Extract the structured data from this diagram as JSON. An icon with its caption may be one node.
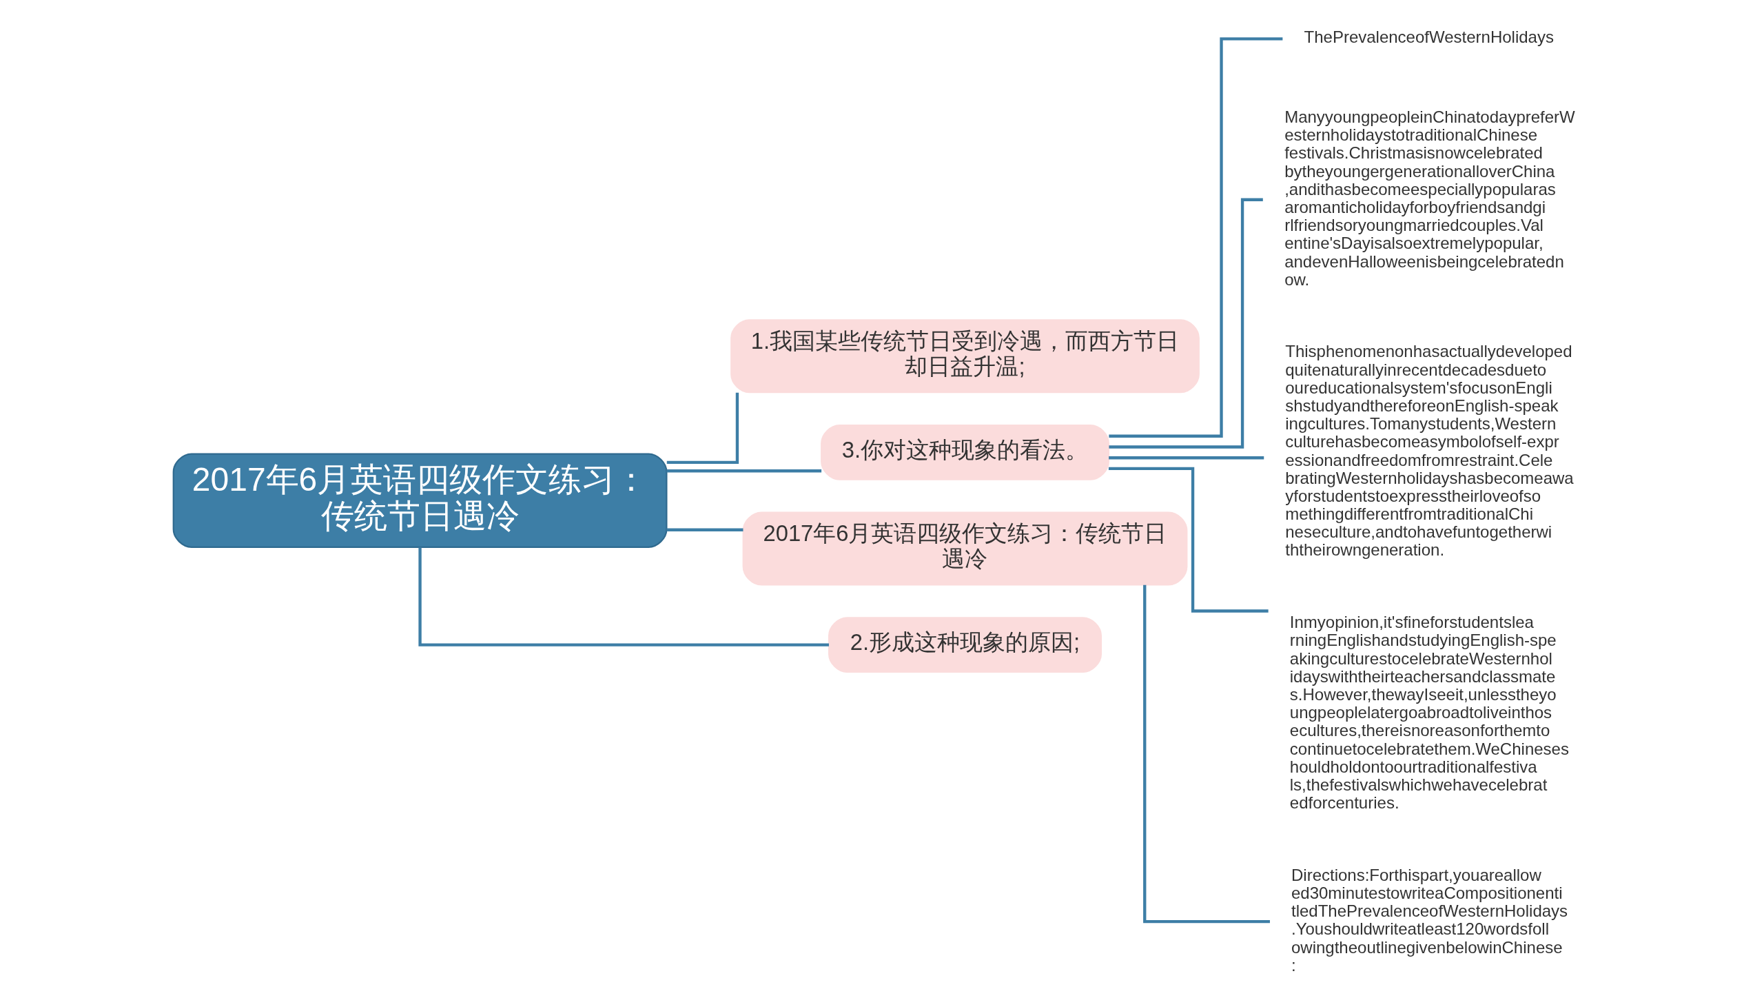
{
  "diagram": {
    "nodes": [
      {
        "text": [
          "2017年6月英语四级作文练习：传统节日遇冷"
        ]
      },
      {
        "text": [
          "1.我国某些传统节日受到冷遇，而西方节日却日益升温;"
        ]
      },
      {
        "text": [
          "3.你对这种现象的看法。"
        ]
      },
      {
        "text": [
          "ThePrevalenceofWesternHolidays"
        ]
      },
      {
        "text": [
          "ManyyoungpeopleinChinatodaypreferWesternholidaystotraditionalChinesefestivals.ChristmasisnowcelebratedbytheyoungergenerationalloverChina,andithasbecomeespeciallypopularasaromanticholidayforboyfriendsandgirlfriendsoryoungmarriedcouples.Valentine'sDayisalsoextremelypopular,andevenHalloweenisbeingcelebratednow."
        ]
      },
      {
        "text": [
          "Thisphenomenonhasactuallydevelopedquitenaturallyinrecentdecadesduetooureducationalsystem'sfocusonEnglishstudyandthereforeonEnglish-speakingcultures.Tomanystudents,Westernculturehasbecomeasymbolofself-expressionandfreedomfromrestraint.CelebratingWesternholidayshasbecomeawayforstudentstoexpresstheirloveofsomethingdifferentfromtraditionalChineseculture,andtohavefuntogetherwiththeirowngeneration."
        ]
      },
      {
        "text": [
          "Inmyopinion,it'sfineforstudentslearningEnglishandstudyingEnglish-speakingculturestocelebrateWesternholidayswiththeirteachersandclassmates.However,thewayIseeit,unlesstheyoungpeoplelatergoabroadtoliveinthosecultures,thereisnoreasonforthemtocontinuetocelebratethem.WeChineseshouldholdontoourtraditionalfestivals,thefestivalswhichwehavecelebratedforcenturies."
        ]
      },
      {
        "text": [
          "2017年6月英语四级作文练习：传统节日遇冷"
        ]
      },
      {
        "text": [
          "Directions:Forthispart,youareallowed30minutestowriteaCompositionentitledThePrevalenceofWesternHolidays.Youshouldwriteatleast120wordsfollowingtheoutlinegivenbelowinChinese:"
        ]
      },
      {
        "text": [
          "2.形成这种现象的原因;"
        ]
      }
    ],
    "edges": [
      {
        "from": 0,
        "to": 1,
        "arrow": "none"
      },
      {
        "from": 0,
        "to": 2,
        "arrow": "none"
      },
      {
        "from": 2,
        "to": 3,
        "arrow": "none"
      },
      {
        "from": 2,
        "to": 4,
        "arrow": "none"
      },
      {
        "from": 2,
        "to": 5,
        "arrow": "none"
      },
      {
        "from": 2,
        "to": 6,
        "arrow": "none"
      },
      {
        "from": 0,
        "to": 7,
        "arrow": "none"
      },
      {
        "from": 7,
        "to": 8,
        "arrow": "none"
      },
      {
        "from": 0,
        "to": 9,
        "arrow": "none"
      }
    ]
  }
}
